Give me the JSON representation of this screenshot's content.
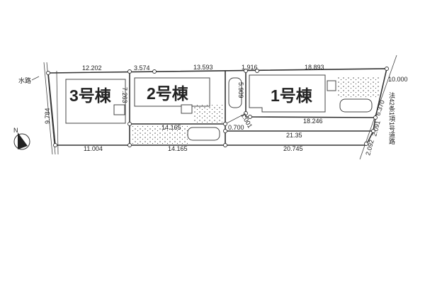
{
  "labels": {
    "waterway": "水路",
    "lot3": "3号棟",
    "lot2": "2号棟",
    "lot1": "1号棟",
    "road": "法42条1項1号道路"
  },
  "dimensions": {
    "top_1": "12.202",
    "top_2": "3.574",
    "top_3": "13.593",
    "top_4": "1.916",
    "top_5": "18.893",
    "corner_right": "10.000",
    "left": "9.784",
    "lot3_right": "7.263",
    "parking_mid": "5.909",
    "lot2_bottom": "14.165",
    "diag": "1.001",
    "small": "0.700",
    "lot1_bottom": "18.246",
    "strip": "21.35",
    "road_upper": "6.370",
    "road_mid": "2.091",
    "road_lower": "2.092",
    "bottom_1": "11.004",
    "bottom_2": "14.165",
    "bottom_3": "20.745"
  },
  "north_label": "N"
}
